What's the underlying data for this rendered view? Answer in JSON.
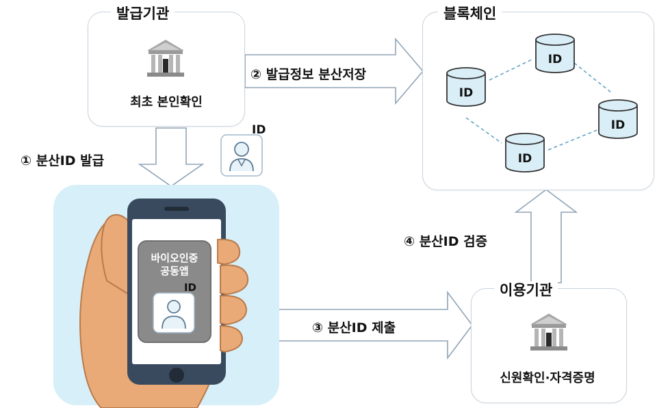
{
  "issuer": {
    "title": "발급기관",
    "caption": "최초 본인확인"
  },
  "blockchain": {
    "title": "블록체인",
    "nodes": [
      "ID",
      "ID",
      "ID",
      "ID"
    ]
  },
  "verifier": {
    "title": "이용기관",
    "caption": "신원확인·자격증명"
  },
  "steps": {
    "step1": "① 분산ID 발급",
    "step2": "② 발급정보 분산저장",
    "step3": "③ 분산ID 제출",
    "step4": "④ 분산ID 검증"
  },
  "id_card_label": "ID",
  "phone": {
    "app_line1": "바이오인증",
    "app_line2": "공동앱",
    "id_label": "ID"
  },
  "colors": {
    "box_border": "#c9d3de",
    "arrow_fill": "#ffffff",
    "arrow_stroke": "#8fa3b6",
    "cylinder_fill": "#daeef7",
    "phone_bg": "#d6eff8",
    "phone_body": "#3a4a5e",
    "skin": "#e9aa78",
    "app_box": "#8a8a8a"
  },
  "icons": [
    "bank-icon",
    "user-id-icon",
    "database-icon",
    "smartphone-icon",
    "hand-icon"
  ]
}
